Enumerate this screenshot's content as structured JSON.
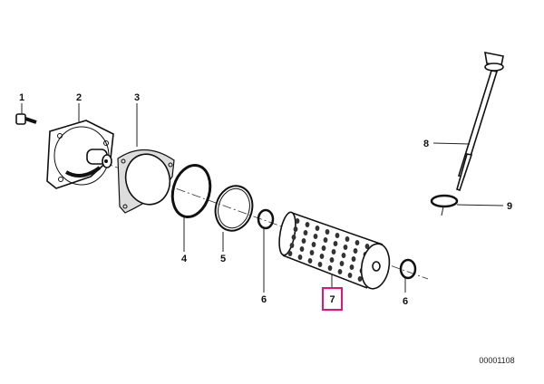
{
  "diagram": {
    "parts": [
      {
        "number": "1"
      },
      {
        "number": "2"
      },
      {
        "number": "3"
      },
      {
        "number": "4"
      },
      {
        "number": "5"
      },
      {
        "number": "6"
      },
      {
        "number": "7",
        "highlighted": true
      },
      {
        "number": "6"
      },
      {
        "number": "8"
      },
      {
        "number": "9"
      }
    ],
    "diagram_code": "00001108",
    "highlight_color": "#e0147a"
  }
}
